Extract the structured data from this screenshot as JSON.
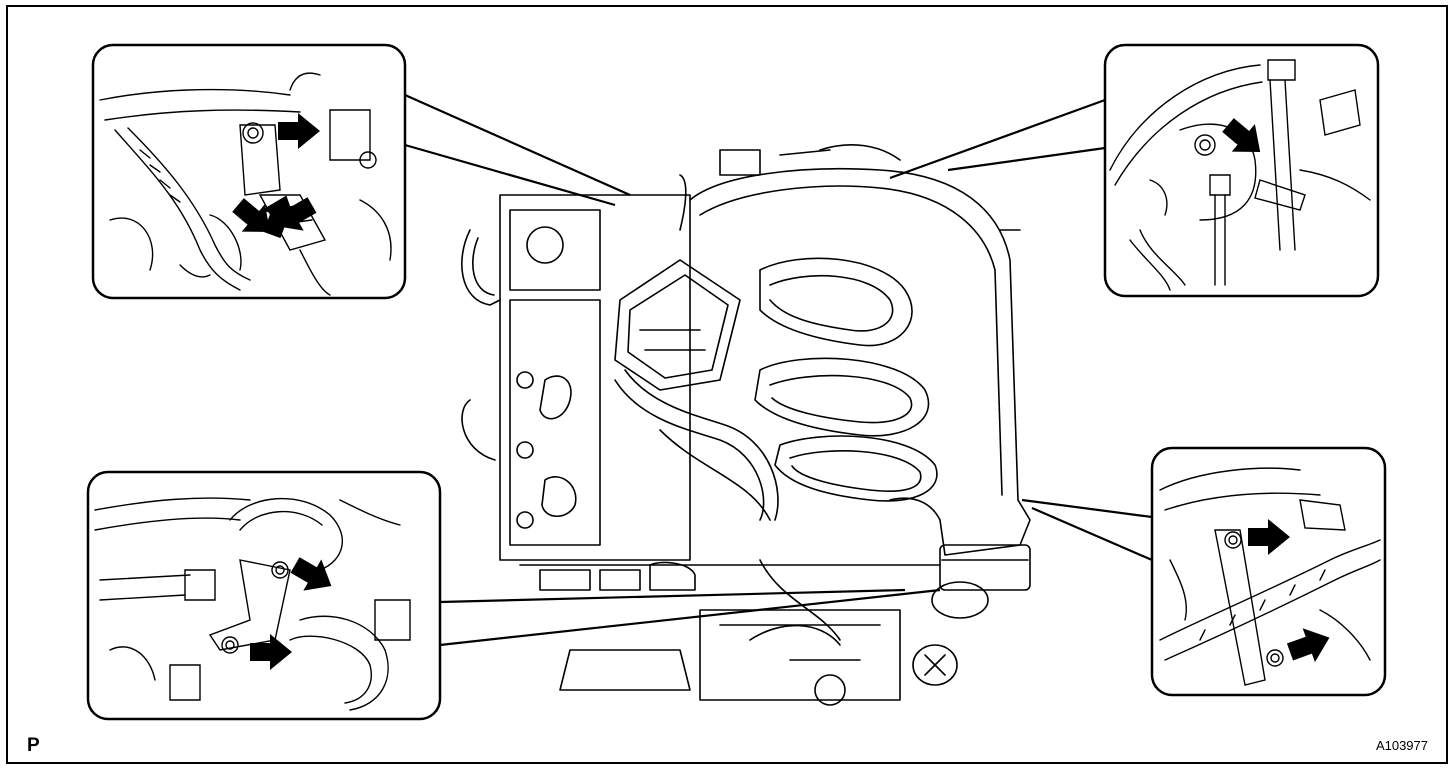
{
  "figure": {
    "section_code": "P",
    "figure_id": "A103977"
  },
  "colors": {
    "line": "#000000",
    "background": "#ffffff",
    "arrow_fill": "#000000"
  },
  "callouts": [
    {
      "name": "callout-top-left",
      "content": "harness-clamp-bolt-and-connector",
      "arrow_count": 4
    },
    {
      "name": "callout-top-right",
      "content": "bracket-bolt",
      "arrow_count": 1
    },
    {
      "name": "callout-bottom-left",
      "content": "bracket-bolts",
      "arrow_count": 2
    },
    {
      "name": "callout-bottom-right",
      "content": "harness-clamp-bolts",
      "arrow_count": 2
    }
  ],
  "icons": [
    "arrow-icon"
  ]
}
